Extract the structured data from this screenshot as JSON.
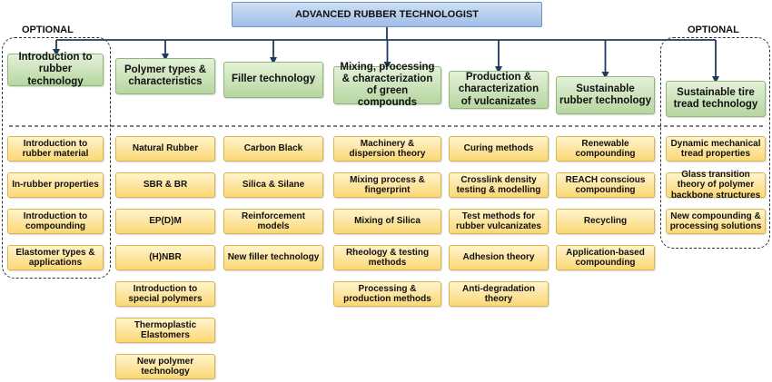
{
  "root": {
    "label": "ADVANCED RUBBER TECHNOLOGIST"
  },
  "optional_left": "OPTIONAL",
  "optional_right": "OPTIONAL",
  "categories": [
    {
      "label": "Introduction to rubber technology",
      "items": [
        "Introduction to rubber material",
        "In-rubber properties",
        "Introduction to compounding",
        "Elastomer types & applications"
      ]
    },
    {
      "label": "Polymer types & characteristics",
      "items": [
        "Natural Rubber",
        "SBR & BR",
        "EP(D)M",
        "(H)NBR",
        "Introduction to special polymers",
        "Thermoplastic Elastomers",
        "New polymer technology"
      ]
    },
    {
      "label": "Filler technology",
      "items": [
        "Carbon Black",
        "Silica & Silane",
        "Reinforcement models",
        "New filler technology"
      ]
    },
    {
      "label": "Mixing, processing & characterization of green compounds",
      "items": [
        "Machinery & dispersion theory",
        "Mixing process & fingerprint",
        "Mixing of Silica",
        "Rheology & testing methods",
        "Processing & production methods"
      ]
    },
    {
      "label": "Production & characterization of vulcanizates",
      "items": [
        "Curing methods",
        "Crosslink density testing & modelling",
        "Test methods for rubber vulcanizates",
        "Adhesion theory",
        "Anti-degradation theory"
      ]
    },
    {
      "label": "Sustainable rubber technology",
      "items": [
        "Renewable compounding",
        "REACH conscious compounding",
        "Recycling",
        "Application-based compounding"
      ]
    },
    {
      "label": "Sustainable tire tread technology",
      "items": [
        "Dynamic mechanical tread properties",
        "Glass transition theory of polymer backbone structures",
        "New compounding & processing solutions"
      ]
    }
  ]
}
